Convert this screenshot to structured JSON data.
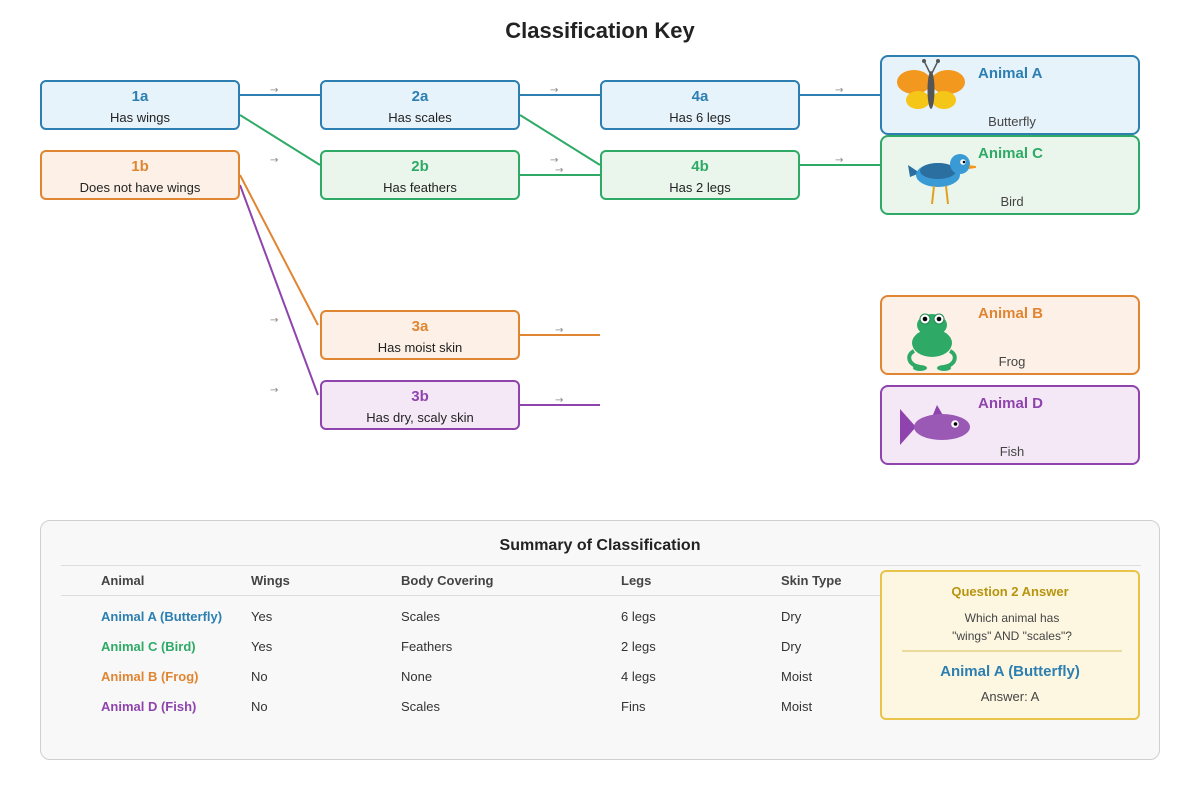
{
  "title": "Classification Key",
  "arrow_glyph": "→",
  "key": [
    {
      "code": "1a",
      "text": "Has wings"
    },
    {
      "code": "1b",
      "text": "Does not have wings"
    },
    {
      "code": "2a",
      "text": "Has scales"
    },
    {
      "code": "2b",
      "text": "Has feathers"
    },
    {
      "code": "3a",
      "text": "Has moist skin"
    },
    {
      "code": "3b",
      "text": "Has dry, scaly skin"
    },
    {
      "code": "4a",
      "text": "Has 6 legs"
    },
    {
      "code": "4b",
      "text": "Has 2 legs"
    }
  ],
  "animals": [
    {
      "name": "Animal A",
      "common": "Butterfly",
      "icon": "butterfly-icon"
    },
    {
      "name": "Animal C",
      "common": "Bird",
      "icon": "bird-icon"
    },
    {
      "name": "Animal B",
      "common": "Frog",
      "icon": "frog-icon"
    },
    {
      "name": "Animal D",
      "common": "Fish",
      "icon": "fish-icon"
    }
  ],
  "colors": {
    "blue": "#2c7fb0",
    "green": "#2eaa66",
    "orange": "#e08532",
    "purple": "#8f44ad",
    "gold": "#e8c44a"
  },
  "summary": {
    "title": "Summary of Classification",
    "headers": [
      "Animal",
      "Wings",
      "Body Covering",
      "Legs",
      "Skin Type"
    ],
    "rows": [
      [
        "Animal A (Butterfly)",
        "Yes",
        "Scales",
        "6 legs",
        "Dry"
      ],
      [
        "Animal C (Bird)",
        "Yes",
        "Feathers",
        "2 legs",
        "Dry"
      ],
      [
        "Animal B (Frog)",
        "No",
        "None",
        "4 legs",
        "Moist"
      ],
      [
        "Animal D (Fish)",
        "No",
        "Scales",
        "Fins",
        "Moist"
      ]
    ]
  },
  "answer": {
    "heading": "Question 2 Answer",
    "question_line1": "Which animal has",
    "question_line2": "\"wings\" AND \"scales\"?",
    "animal": "Animal A (Butterfly)",
    "label": "Answer: A"
  }
}
